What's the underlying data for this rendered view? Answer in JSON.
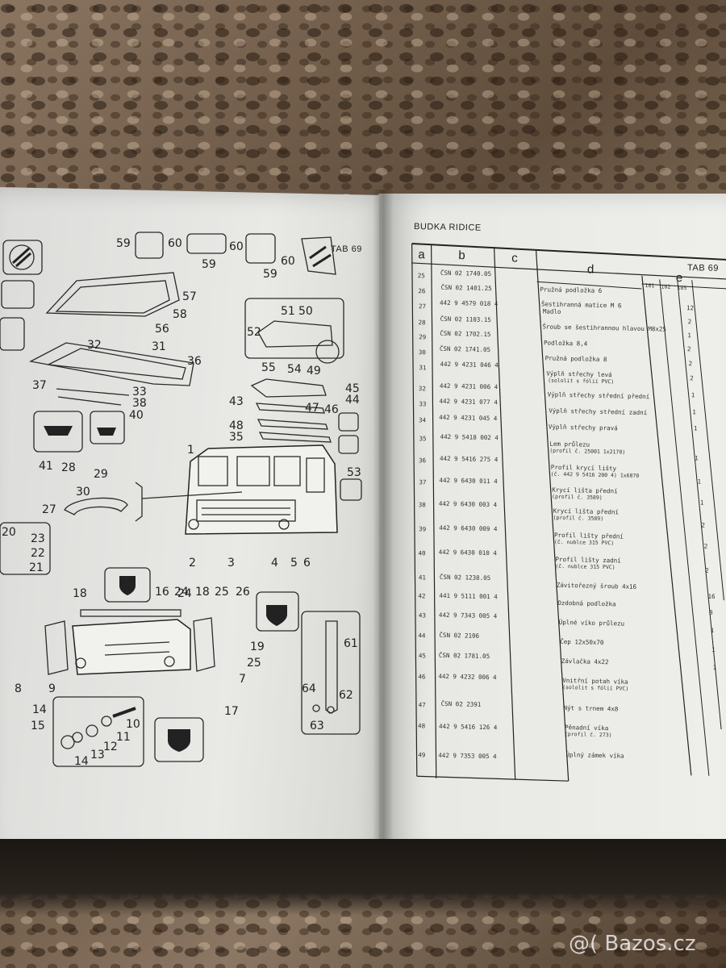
{
  "header": {
    "section_title": "BUDKA RIDICE",
    "tab_left": "TAB 69",
    "tab_right": "TAB 69"
  },
  "table": {
    "columns": [
      "a",
      "b",
      "c",
      "d",
      "e"
    ],
    "e_subcolumns": [
      "101",
      "102",
      "105"
    ],
    "rows": [
      {
        "a": "25",
        "b": "ČSN 02 1740.05",
        "d": "Pružná podložka 6",
        "sub": "",
        "q": ""
      },
      {
        "a": "26",
        "b": "ČSN 02 1401.25",
        "d": "Šestihranná matice M 6",
        "sub": "",
        "q": "12"
      },
      {
        "a": "27",
        "b": "442 9 4579 018 4",
        "d": "Madlo",
        "sub": "",
        "q": "2"
      },
      {
        "a": "28",
        "b": "ČSN 02 1103.15",
        "d": "Šroub se šestihrannou hlavou M8x25",
        "sub": "",
        "q": "1"
      },
      {
        "a": "29",
        "b": "ČSN 02 1702.15",
        "d": "Podložka 8,4",
        "sub": "",
        "q": "2"
      },
      {
        "a": "30",
        "b": "ČSN 02 1741.05",
        "d": "Pružná podložka 8",
        "sub": "",
        "q": "2"
      },
      {
        "a": "31",
        "b": "442 9 4231 046 4",
        "d": "Výplň střechy levá",
        "sub": "(sololit s fólií PVC)",
        "q": "2"
      },
      {
        "a": "32",
        "b": "442 9 4231 006 4",
        "d": "Výplň střechy střední přední",
        "sub": "",
        "q": "1"
      },
      {
        "a": "33",
        "b": "442 9 4231 077 4",
        "d": "Výplň střechy střední zadní",
        "sub": "",
        "q": "1"
      },
      {
        "a": "34",
        "b": "442 9 4231 045 4",
        "d": "Výplň střechy pravá",
        "sub": "",
        "q": "1"
      },
      {
        "a": "35",
        "b": "442 9 5418 002 4",
        "d": "Lem průlezu",
        "sub": "(profil č. 25001 1x2170)",
        "q": "1"
      },
      {
        "a": "36",
        "b": "442 9 5416 275 4",
        "d": "Profil krycí lišty",
        "sub": "(č. 442 9 5416 200 4) 1x6070",
        "q": "1"
      },
      {
        "a": "37",
        "b": "442 9 6430 011 4",
        "d": "Krycí lišta přední",
        "sub": "(profil č. 3589)",
        "q": "1"
      },
      {
        "a": "38",
        "b": "442 9 6430 003 4",
        "d": "Krycí lišta přední",
        "sub": "(profil č. 3589)",
        "q": "2"
      },
      {
        "a": "39",
        "b": "442 9 6430 009 4",
        "d": "Profil lišty přední",
        "sub": "(č. nublce 315 PVC)",
        "q": "2"
      },
      {
        "a": "40",
        "b": "442 9 6430 010 4",
        "d": "Profil lišty zadní",
        "sub": "(č. nublce 315 PVC)",
        "q": "2"
      },
      {
        "a": "41",
        "b": "ČSN 02 1238.05",
        "d": "Závitořezný šroub 4x16",
        "sub": "",
        "q": "16"
      },
      {
        "a": "42",
        "b": "441 9 5111 001 4",
        "d": "Ozdobná podložka",
        "sub": "",
        "q": "8"
      },
      {
        "a": "43",
        "b": "442 9 7343 005 4",
        "d": "Úplné víko průlezu",
        "sub": "",
        "q": "1"
      },
      {
        "a": "44",
        "b": "ČSN 02 2106",
        "d": "Čep 12x50x70",
        "sub": "",
        "q": "1"
      },
      {
        "a": "45",
        "b": "ČSN 02 1781.05",
        "d": "Závlačka 4x22",
        "sub": "",
        "q": "1"
      },
      {
        "a": "46",
        "b": "442 9 4232 006 4",
        "d": "Vnitřní potah víka",
        "sub": "(sololit s fólií PVC)",
        "q": ""
      },
      {
        "a": "47",
        "b": "ČSN 02 2391",
        "d": "Nýt s trnem 4x8",
        "sub": "",
        "q": ""
      },
      {
        "a": "48",
        "b": "442 9 5416 126 4",
        "d": "Pěnadní víka",
        "sub": "(profil č. 273)",
        "q": ""
      },
      {
        "a": "49",
        "b": "442 9 7353 005 4",
        "d": "Úplný zámek víka",
        "sub": "",
        "q": ""
      }
    ]
  },
  "diagram": {
    "callouts": [
      "59",
      "60",
      "59",
      "60",
      "60",
      "59",
      "57",
      "58",
      "56",
      "32",
      "31",
      "36",
      "37",
      "33",
      "38",
      "40",
      "41",
      "28",
      "30",
      "29",
      "27",
      "1",
      "2",
      "3",
      "4",
      "5",
      "6",
      "51",
      "50",
      "52",
      "55",
      "54",
      "49",
      "45",
      "44",
      "43",
      "47",
      "46",
      "48",
      "35",
      "53",
      "23",
      "22",
      "21",
      "20",
      "18",
      "16",
      "24",
      "18",
      "25",
      "26",
      "19",
      "8",
      "9",
      "14",
      "15",
      "10",
      "11",
      "12",
      "13",
      "14",
      "24",
      "25",
      "7",
      "17",
      "61",
      "64",
      "62",
      "63"
    ]
  },
  "watermark": "@( Bazos.cz"
}
